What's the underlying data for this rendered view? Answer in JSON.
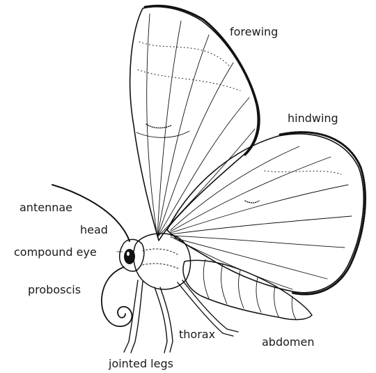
{
  "labels": {
    "forewing": "forewing",
    "hindwing": "hindwing",
    "antennae": "antennae",
    "head": "head",
    "compound_eye": "compound eye",
    "proboscis": "proboscis",
    "thorax": "thorax",
    "abdomen": "abdomen",
    "jointed_legs": "jointed legs"
  },
  "colors": {
    "ink": "#111111",
    "background": "#ffffff",
    "text": "#1a1a1a"
  }
}
